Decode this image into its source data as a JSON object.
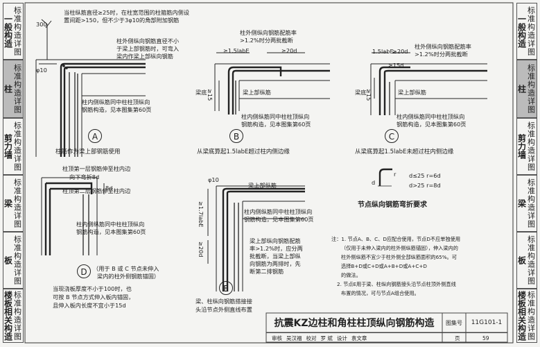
{
  "side_tabs_left": [
    {
      "big": "一般构造",
      "small": "标准构造详图",
      "active": false
    },
    {
      "big": "柱",
      "small": "标准构造详图",
      "active": true
    },
    {
      "big": "剪力墙",
      "small": "标准构造详图",
      "active": false
    },
    {
      "big": "梁",
      "small": "标准构造详图",
      "active": false
    },
    {
      "big": "板",
      "small": "标准构造详图",
      "active": false
    },
    {
      "big": "楼板相关构造",
      "small": "标准构造详图",
      "active": false
    }
  ],
  "side_tabs_right": [
    {
      "big": "一般构造",
      "small": "标准构造详图",
      "active": false
    },
    {
      "big": "柱",
      "small": "标准构造详图",
      "active": true
    },
    {
      "big": "剪力墙",
      "small": "标准构造详图",
      "active": false
    },
    {
      "big": "梁",
      "small": "标准构造详图",
      "active": false
    },
    {
      "big": "板",
      "small": "标准构造详图",
      "active": false
    },
    {
      "big": "楼板相关构造",
      "small": "标准构造详图",
      "active": false
    }
  ],
  "detail_a": {
    "note_top_1": "当柱纵筋直径≥25时，在柱宽范围的柱箍筋内侧设",
    "note_top_2": "置间距>150，但不少于3φ10的角部附加钢筋",
    "dim_300": "300",
    "phi10": "φ10",
    "note_outer_1": "柱外侧纵向钢筋直径不小",
    "note_outer_2": "于梁上部钢筋时，可弯入",
    "note_outer_3": "梁内作梁上部纵向钢筋",
    "note_inner_1": "柱内侧纵筋同中柱柱顶纵向",
    "note_inner_2": "钢筋构造，见本图集第60页",
    "label": "A",
    "caption": "柱筋作为梁上部钢筋使用"
  },
  "detail_b": {
    "note_1": "柱外侧纵向钢筋配筋率",
    "note_2": ">1.2%时分两批截断",
    "dim_lab": "≥1.5labE",
    "dim_20d": "≥20d",
    "beam_bottom": "梁底",
    "dim_15": "≥15",
    "beam_top": "梁上部纵筋",
    "inner_1": "柱内侧纵筋同中柱柱顶纵向",
    "inner_2": "钢筋构造，见本图集第60页",
    "label": "B",
    "caption": "从梁底算起1.5labE超过柱内侧边缘"
  },
  "detail_c": {
    "dim_lab": "1.5labE",
    "dim_20d": "≥20d",
    "note_1": "柱外侧纵向钢筋配筋率",
    "note_2": ">1.2%时分两批截断",
    "dim_15d": "≥15d",
    "beam_bottom": "梁底",
    "dim_15": "≥15",
    "beam_top": "梁上部纵筋",
    "inner_1": "柱内侧纵筋同中柱柱顶纵向",
    "inner_2": "钢筋构造，见本图集第60页",
    "label": "C",
    "caption": "从梁底算起1.5labE未超过柱内侧边缘"
  },
  "detail_d": {
    "n1": "柱顶第一层钢筋伸至柱内边",
    "n2": "向下弯折8d",
    "n3": "柱顶第二层钢筋伸至柱内边",
    "dim_8d": "8d",
    "inner_1": "柱内侧纵筋同中柱柱顶纵向",
    "inner_2": "钢筋构造，见本图集第60页",
    "label": "D",
    "cap_1": "（用于 B 或 C 节点未伸入",
    "cap_2": "梁内的柱外侧钢筋锚固）",
    "cap_3": "当现浇板厚度不小于100时，也",
    "cap_4": "可按 B 节点方式伸入板内锚固，",
    "cap_5": "且伸入板内长度不宜小于15d"
  },
  "detail_e": {
    "phi10": "φ10",
    "beam_top": "梁上部纵筋",
    "dim_17": "≥1.7labE",
    "dim_20d": "≥20d",
    "inner_1": "柱内侧纵筋同中柱柱顶纵向",
    "inner_2": "钢筋构造，见本图集第60页",
    "n1": "梁上部纵向钢筋配筋",
    "n2": "率>1.2%时，应分两",
    "n3": "批截断，当梁上部纵",
    "n4": "向钢筋为两排时，先",
    "n5": "断第二排钢筋",
    "label": "E",
    "cap_1": "梁、柱纵向钢筋搭接接",
    "cap_2": "头沿节点外侧直线布置"
  },
  "bend": {
    "r1": "d≤25  r=6d",
    "r2": "d>25  r=8d",
    "d": "d",
    "r": "r",
    "title": "节点纵向钢筋弯折要求"
  },
  "footnote": {
    "l1": "注：1. 节点A、B、C、D应配合使用，节点D不应单独使用",
    "l2": "（仅用于未伸入梁内的柱外侧纵筋锚固），伸入梁内的",
    "l3": "柱外侧纵筋不宜少于柱外侧全部纵筋面积的65%。可",
    "l4": "选择B+D或C+D或A+B+D或A+C+D",
    "l5": "的做法。",
    "l6": "2. 节点E用于梁、柱纵向钢筋接头沿节点柱顶外侧直线",
    "l7": "布置的情况，可与节点A组合使用。"
  },
  "titleblock": {
    "title": "抗震KZ边柱和角柱柱顶纵向钢筋构造",
    "set_label": "图集号",
    "set_no": "11G101-1",
    "review": "审核",
    "reviewer": "吴汉福",
    "check": "校对",
    "checker": "罗  斌",
    "design": "设计",
    "designer": "袁文章",
    "page_label": "页",
    "page_no": "59"
  },
  "colors": {
    "line": "#222222",
    "tab_active": "#bbbbbb",
    "paper": "#f4f4f2"
  }
}
